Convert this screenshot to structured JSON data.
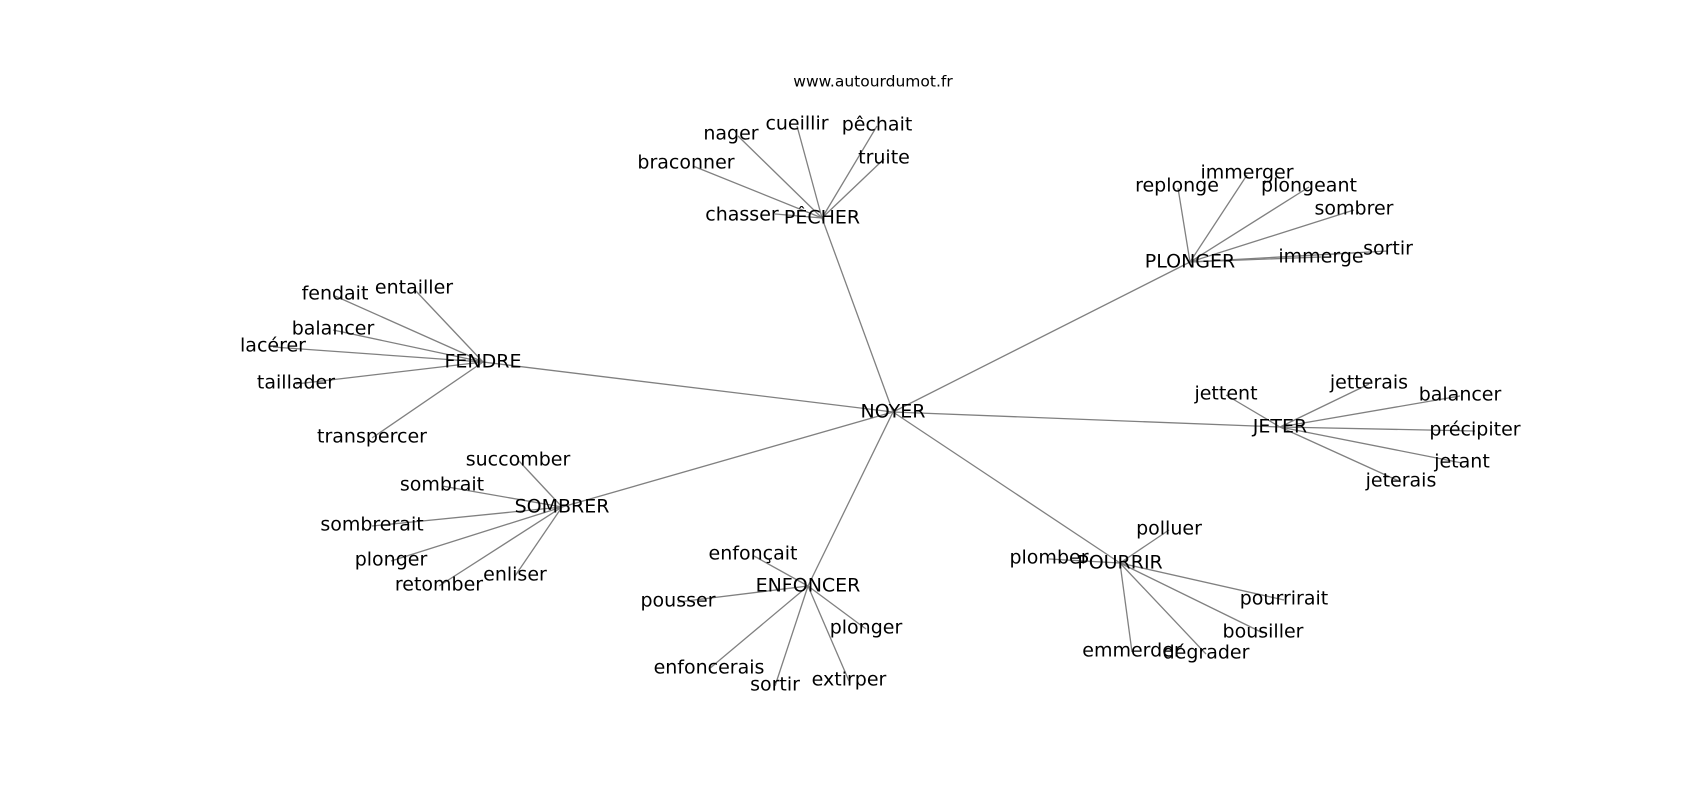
{
  "credit": "www.autourdumot.fr",
  "center": {
    "label": "NOYER"
  },
  "hubs": [
    {
      "id": "pecher",
      "label": "PÊCHER",
      "leaves": [
        "chasser",
        "braconner",
        "nager",
        "cueillir",
        "pêchait",
        "truite"
      ]
    },
    {
      "id": "plonger",
      "label": "PLONGER",
      "leaves": [
        "replonge",
        "immerger",
        "plongeant",
        "sombrer",
        "immerge",
        "sortir"
      ]
    },
    {
      "id": "fendre",
      "label": "FENDRE",
      "leaves": [
        "fendait",
        "entailler",
        "balancer",
        "lacérer",
        "taillader",
        "transpercer"
      ]
    },
    {
      "id": "jeter",
      "label": "JETER",
      "leaves": [
        "jettent",
        "jetterais",
        "balancer",
        "précipiter",
        "jetant",
        "jeterais"
      ]
    },
    {
      "id": "sombrer",
      "label": "SOMBRER",
      "leaves": [
        "succomber",
        "sombrait",
        "sombrerait",
        "plonger",
        "retomber",
        "enliser"
      ]
    },
    {
      "id": "enfoncer",
      "label": "ENFONCER",
      "leaves": [
        "enfonçait",
        "pousser",
        "enfoncerais",
        "sortir",
        "extirper",
        "plonger"
      ]
    },
    {
      "id": "pourrir",
      "label": "POURRIR",
      "leaves": [
        "polluer",
        "plomber",
        "pourrirait",
        "bousiller",
        "dégrader",
        "emmerder"
      ]
    }
  ]
}
